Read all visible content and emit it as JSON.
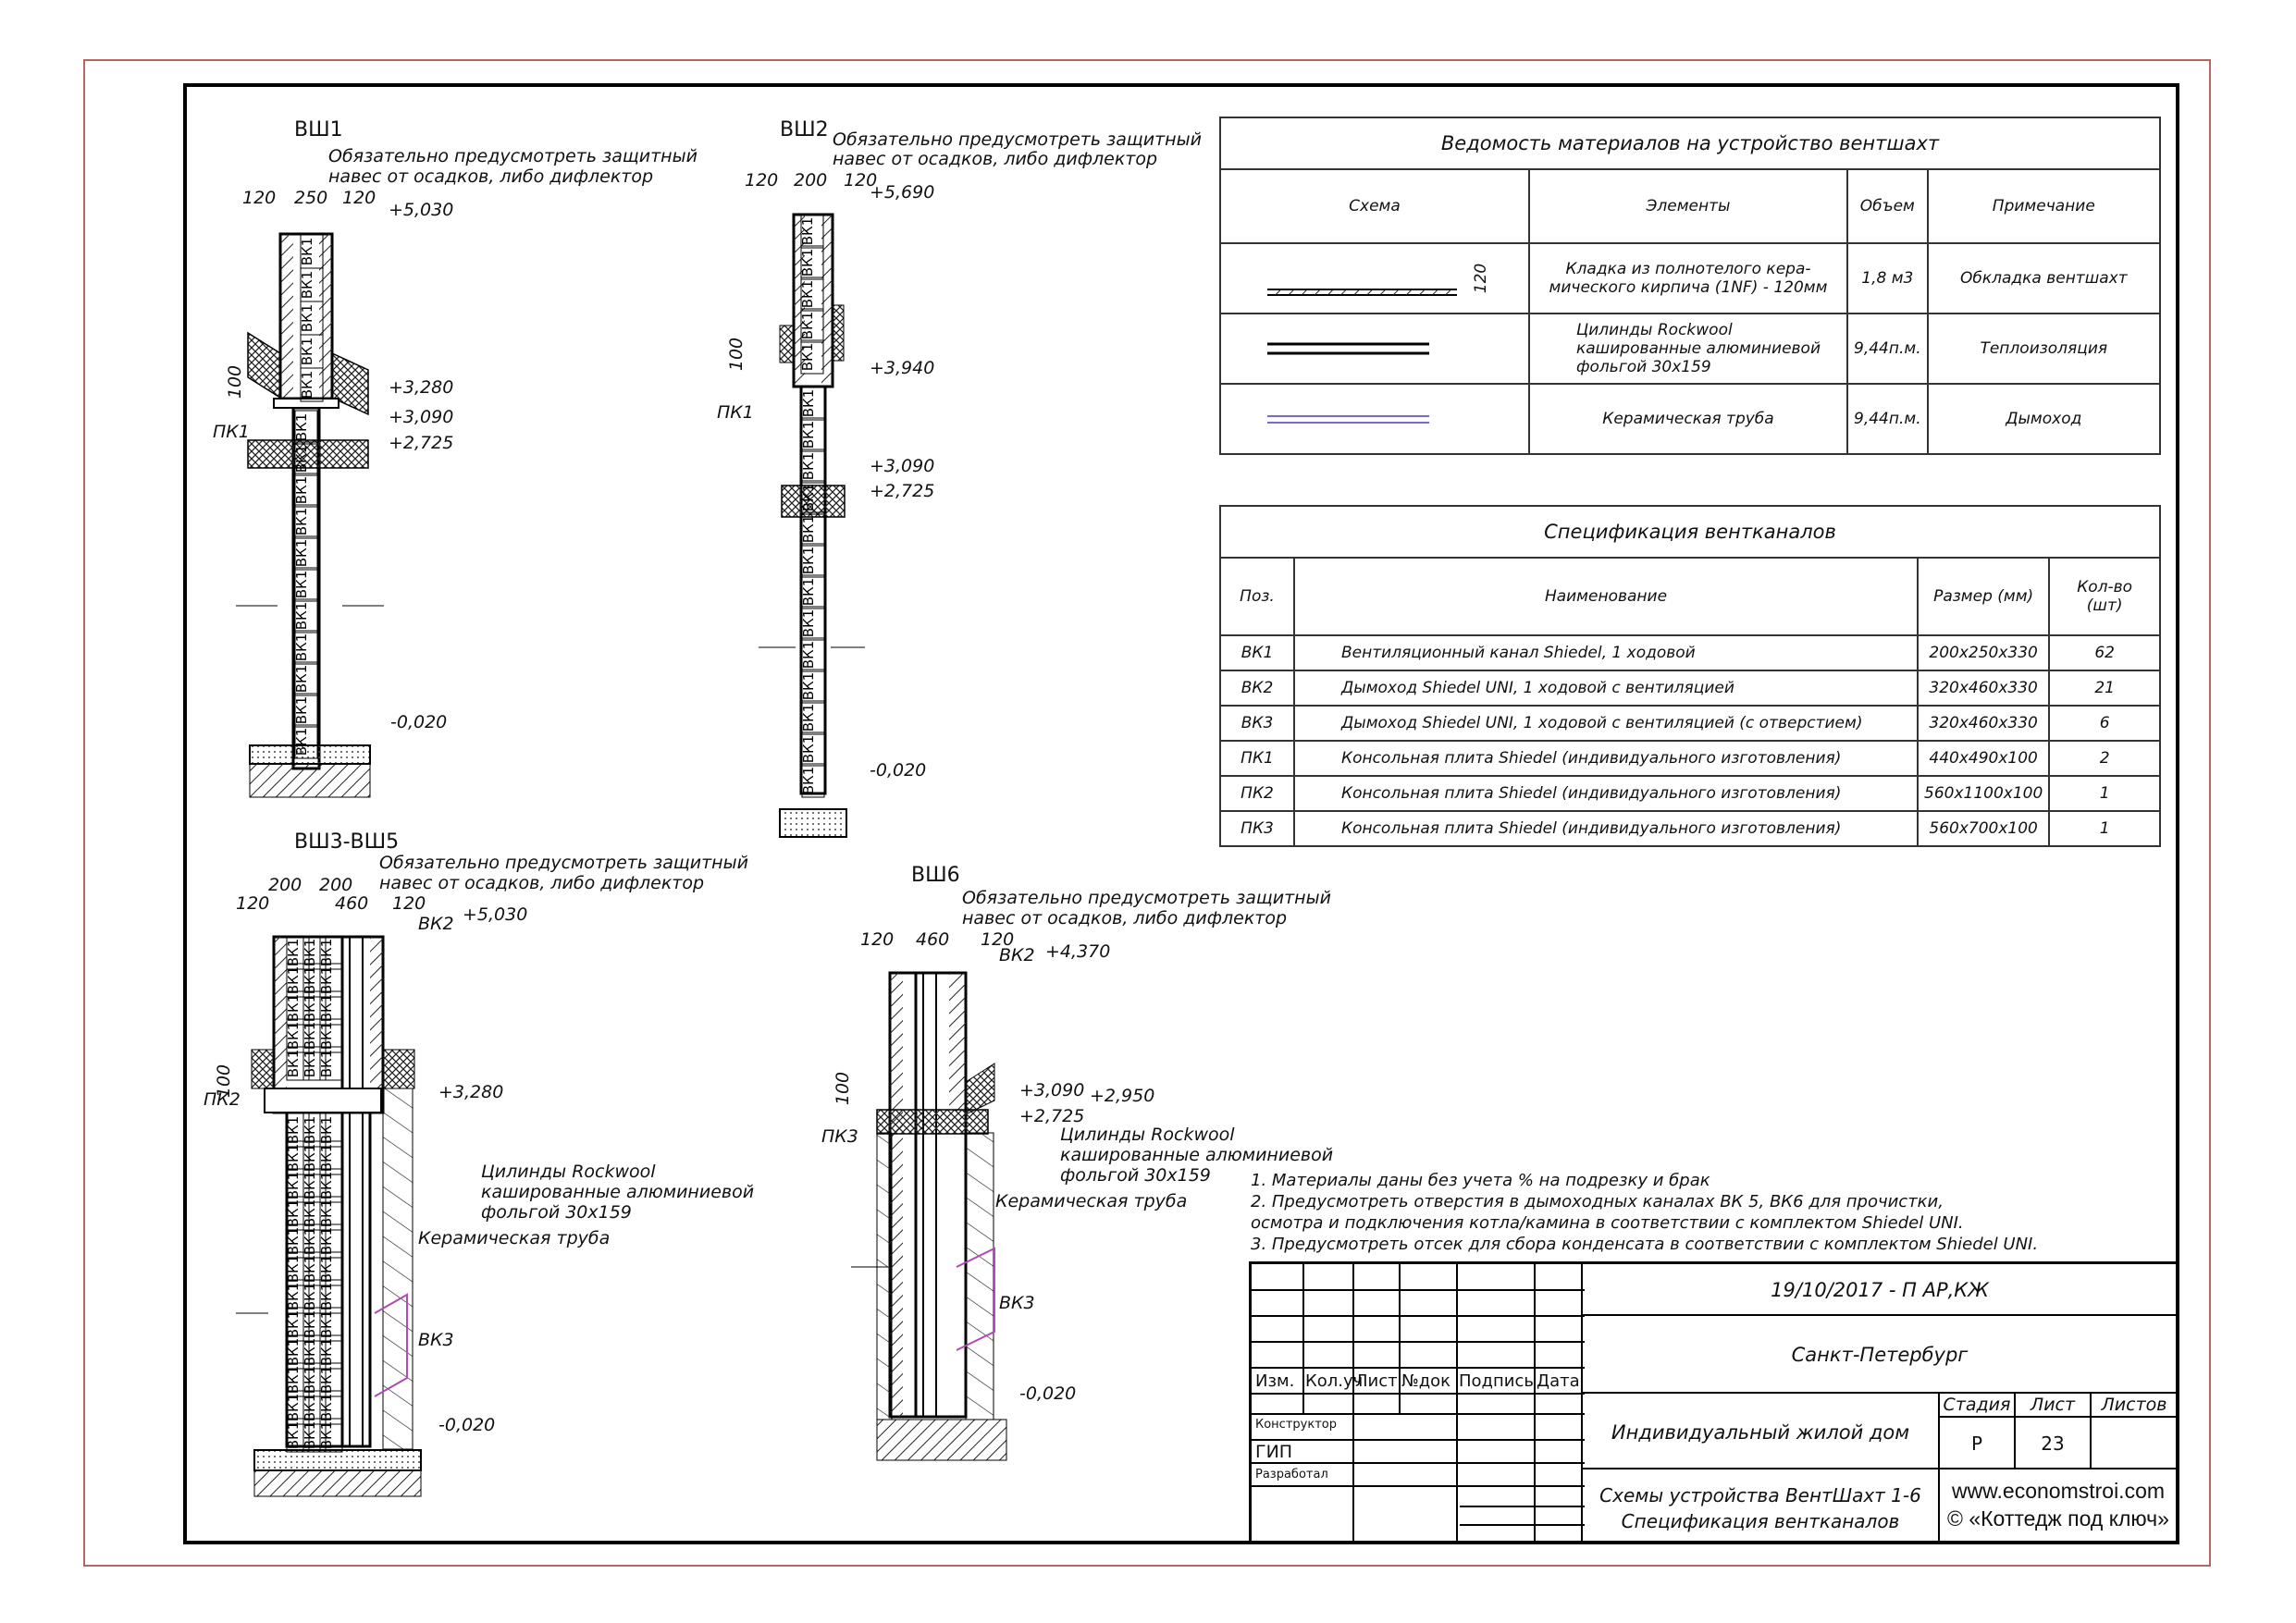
{
  "drawings": {
    "vsh1": {
      "title": "ВШ1",
      "note_line1": "Обязательно предусмотреть защитный",
      "note_line2": "навес от осадков, либо дифлектор",
      "dims": [
        "120",
        "250",
        "120",
        "100"
      ],
      "levels": [
        "+5,030",
        "+3,280",
        "+3,090",
        "+2,725",
        "-0,020"
      ],
      "tags": [
        "ПК1"
      ],
      "brick": "ВК1"
    },
    "vsh2": {
      "title": "ВШ2",
      "note_line1": "Обязательно предусмотреть защитный",
      "note_line2": "навес от осадков, либо дифлектор",
      "dims": [
        "120",
        "200",
        "120",
        "100"
      ],
      "levels": [
        "+5,690",
        "+3,940",
        "+3,090",
        "+2,725",
        "-0,020"
      ],
      "tags": [
        "ПК1"
      ],
      "brick": "ВК1"
    },
    "vsh35": {
      "title": "ВШ3-ВШ5",
      "note_line1": "Обязательно предусмотреть защитный",
      "note_line2": "навес от осадков, либо дифлектор",
      "dims": [
        "120",
        "200",
        "200",
        "460",
        "120",
        "100"
      ],
      "levels": [
        "+5,030",
        "+3,280",
        "-0,020"
      ],
      "tags": [
        "ВК2",
        "ПК2",
        "ВК3"
      ],
      "callout1": [
        "Цилинды Rockwool",
        "кашированные алюминиевой",
        "фольгой 30х159"
      ],
      "callout2": "Керамическая труба"
    },
    "vsh6": {
      "title": "ВШ6",
      "note_line1": "Обязательно предусмотреть защитный",
      "note_line2": "навес от осадков, либо дифлектор",
      "dims": [
        "120",
        "460",
        "120",
        "100"
      ],
      "levels": [
        "+4,370",
        "+3,090",
        "+2,950",
        "+2,725",
        "-0,020"
      ],
      "tags": [
        "ВК2",
        "ПК3",
        "ВК3"
      ],
      "callout1": [
        "Цилинды Rockwool",
        "кашированные алюминиевой",
        "фольгой 30х159"
      ],
      "callout2": "Керамическая труба"
    }
  },
  "materials": {
    "title": "Ведомость материалов на устройство вентшахт",
    "headers": [
      "Схема",
      "Элементы",
      "Объем",
      "Примечание"
    ],
    "scheme_dim": "120",
    "rows": [
      {
        "elements": [
          "Кладка из полнотелого кера-",
          "мического кирпича (1NF) - 120мм"
        ],
        "volume": "1,8 м3",
        "note": "Обкладка вентшахт"
      },
      {
        "elements": [
          "Цилинды Rockwool",
          "кашированные алюминиевой",
          "фольгой 30х159"
        ],
        "volume": "9,44п.м.",
        "note": "Теплоизоляция"
      },
      {
        "elements": [
          "Керамическая труба"
        ],
        "volume": "9,44п.м.",
        "note": "Дымоход"
      }
    ]
  },
  "spec": {
    "title": "Спецификация вентканалов",
    "headers": [
      "Поз.",
      "Наименование",
      "Размер (мм)",
      "Кол-во",
      "(шт)"
    ],
    "rows": [
      {
        "pos": "ВК1",
        "name": "Вентиляционный канал Shiedel, 1 ходовой",
        "size": "200х250х330",
        "qty": "62"
      },
      {
        "pos": "ВК2",
        "name": "Дымоход Shiedel UNI, 1 ходовой с вентиляцией",
        "size": "320х460х330",
        "qty": "21"
      },
      {
        "pos": "ВК3",
        "name": "Дымоход Shiedel UNI, 1 ходовой с вентиляцией (с отверстием)",
        "size": "320х460х330",
        "qty": "6"
      },
      {
        "pos": "ПК1",
        "name": "Консольная плита Shiedel (индивидуального изготовления)",
        "size": "440х490х100",
        "qty": "2"
      },
      {
        "pos": "ПК2",
        "name": "Консольная плита Shiedel (индивидуального изготовления)",
        "size": "560х1100х100",
        "qty": "1"
      },
      {
        "pos": "ПК3",
        "name": "Консольная плита Shiedel (индивидуального изготовления)",
        "size": "560х700х100",
        "qty": "1"
      }
    ]
  },
  "notes": [
    "1. Материалы даны без учета % на подрезку и брак",
    "2. Предусмотреть отверстия в дымоходных каналах ВК 5, ВК6 для прочистки,",
    "осмотра и подключения котла/камина в соответствии с комплектом Shiedel UNI.",
    "3. Предусмотреть отсек для сбора конденсата в соответствии с комплектом  Shiedel UNI."
  ],
  "stamp": {
    "code": "19/10/2017 - П  АР,КЖ",
    "city": "Санкт-Петербург",
    "cols": [
      "Изм.",
      "Кол.уч",
      "Лист",
      "№док",
      "Подпись",
      "Дата"
    ],
    "roles": [
      "Конструктор",
      "ГИП",
      "Разработал"
    ],
    "object": "Индивидуальный жилой дом",
    "sheet_title_1": "Схемы устройства ВентШахт 1-6",
    "sheet_title_2": "Спецификация вентканалов",
    "stage_label": "Стадия",
    "sheet_label": "Лист",
    "sheets_label": "Листов",
    "stage": "Р",
    "sheet": "23",
    "site": "www.economstroi.com",
    "brand": "© «Коттедж под ключ»"
  },
  "colors": {
    "frame": "#000000",
    "outer_border": "#b7655e",
    "pipe_accent": "#b04ab5",
    "text": "#111111"
  }
}
